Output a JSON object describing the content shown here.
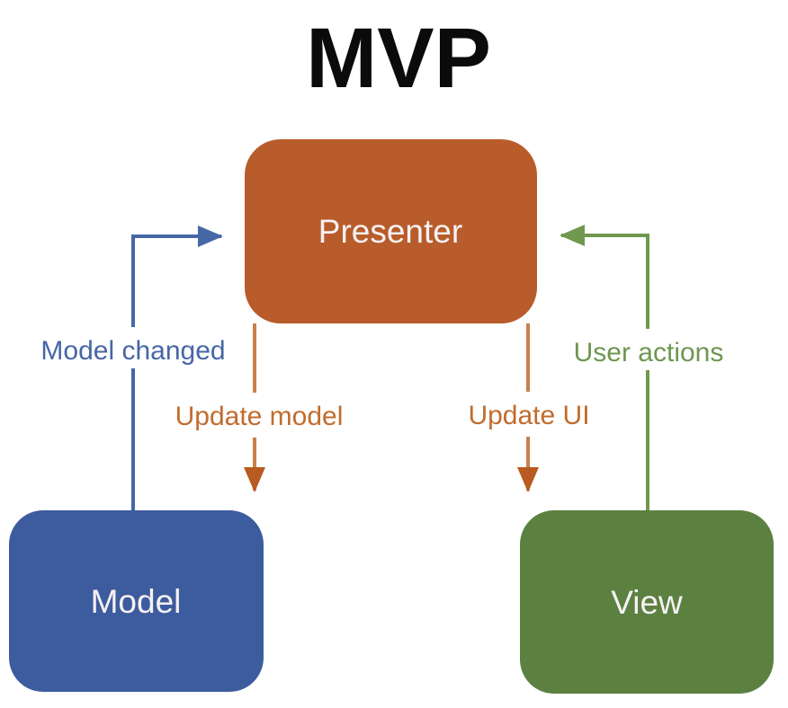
{
  "title": "MVP",
  "colors": {
    "background": "#ffffff",
    "title_text": "#0b0b0b",
    "presenter_fill": "#b85c2b",
    "model_fill": "#3d5c9e",
    "view_fill": "#5c8040",
    "box_text": "#f6f1f3",
    "blue_arrow": "#4668a7",
    "green_arrow": "#70984e",
    "orange_line": "#ca8048",
    "orange_head": "#b75b20",
    "label_blue": "#4766a5",
    "label_orange": "#c16c2e",
    "label_green": "#6f9650"
  },
  "nodes": {
    "presenter": {
      "label": "Presenter"
    },
    "model": {
      "label": "Model"
    },
    "view": {
      "label": "View"
    }
  },
  "edges": {
    "model_changed": {
      "label": "Model changed",
      "from": "Model",
      "to": "Presenter",
      "direction": "up-then-right"
    },
    "update_model": {
      "label": "Update model",
      "from": "Presenter",
      "to": "Model",
      "direction": "down"
    },
    "update_ui": {
      "label": "Update UI",
      "from": "Presenter",
      "to": "View",
      "direction": "down"
    },
    "user_actions": {
      "label": "User actions",
      "from": "View",
      "to": "Presenter",
      "direction": "up-then-left"
    }
  }
}
